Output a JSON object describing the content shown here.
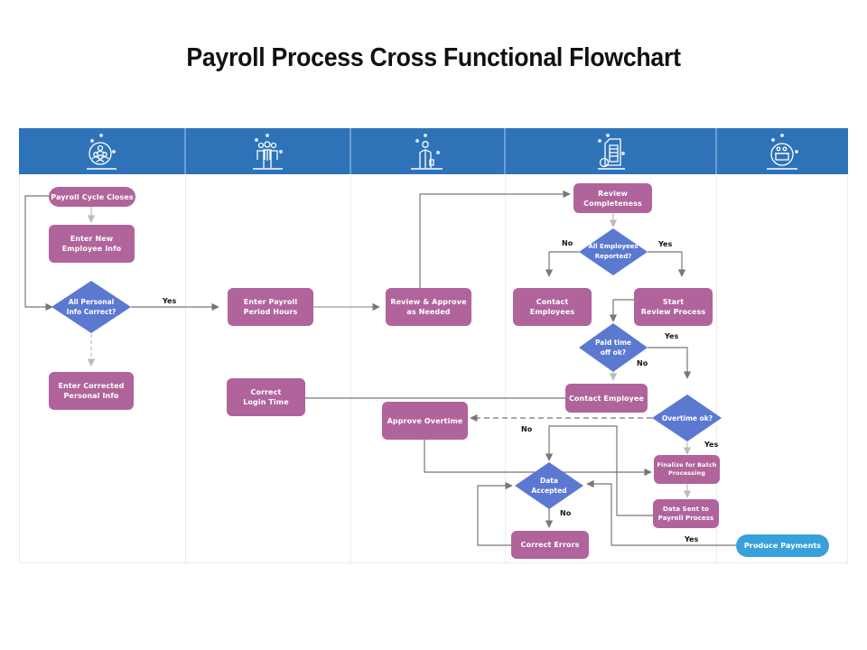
{
  "title": "Payroll Process Cross Functional Flowchart",
  "colors": {
    "header": "#2e73b8",
    "process": "#b0649b",
    "decision": "#5b79d1",
    "terminal_end": "#3aa0dc",
    "connector": "#777777",
    "connector_light": "#bbbbbb"
  },
  "lanes": [
    {
      "icon": "team-circle-icon"
    },
    {
      "icon": "team-group-icon"
    },
    {
      "icon": "businessman-icon"
    },
    {
      "icon": "invoice-document-icon"
    },
    {
      "icon": "reception-desk-icon"
    }
  ],
  "nodes": {
    "payroll_cycle_closes": "Payroll Cycle Closes",
    "enter_new_employee_info": [
      "Enter New",
      "Employee Info"
    ],
    "all_personal_info_correct": [
      "All Personal",
      "Info Correct?"
    ],
    "enter_corrected_personal_info": [
      "Enter Corrected",
      "Personal Info"
    ],
    "enter_payroll_period_hours": [
      "Enter Payroll",
      "Period Hours"
    ],
    "correct_login_time": [
      "Correct",
      "Login Time"
    ],
    "review_approve_as_needed": [
      "Review & Approve",
      "as Needed"
    ],
    "approve_overtime": "Approve Overtime",
    "review_completeness": [
      "Review",
      "Completeness"
    ],
    "all_employees_reported": [
      "All Employees",
      "Reported?"
    ],
    "contact_employees": [
      "Contact",
      "Employees"
    ],
    "start_review_process": [
      "Start",
      "Review Process"
    ],
    "paid_time_off_ok": [
      "Paid time",
      "off ok?"
    ],
    "contact_employee": "Contact Employee",
    "overtime_ok": "Overtime ok?",
    "finalize_for_batch_processing": [
      "Finalize for Batch",
      "Processing"
    ],
    "data_sent_to_payroll_process": [
      "Data Sent to",
      "Payroll Process"
    ],
    "data_accepted": [
      "Data",
      "Accepted"
    ],
    "correct_errors": "Correct Errors",
    "produce_payments": "Produce Payments"
  },
  "edge_labels": {
    "personal_yes": "Yes",
    "employees_no": "No",
    "employees_yes": "Yes",
    "pto_yes": "Yes",
    "pto_no": "No",
    "overtime_no": "No",
    "overtime_yes": "Yes",
    "data_no": "No",
    "payments_yes": "Yes"
  }
}
